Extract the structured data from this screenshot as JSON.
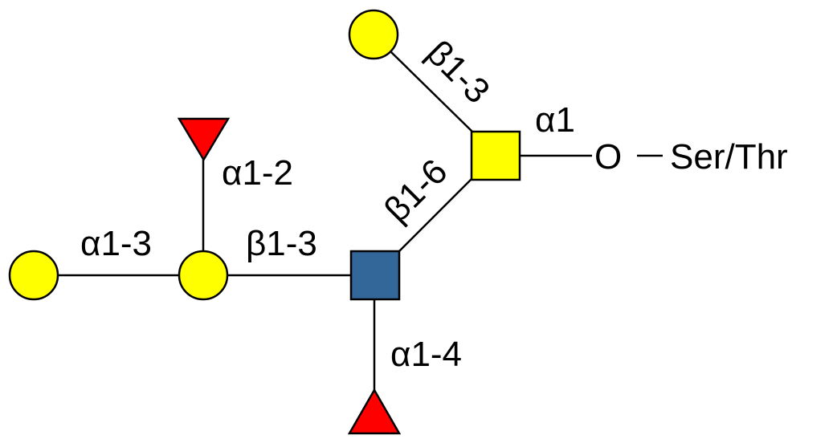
{
  "colors": {
    "galactose": "#FFFF00",
    "galnac": "#FFFF00",
    "glcnac": "#336699",
    "fucose": "#FF0000"
  },
  "linkages": {
    "gal_top": "β1-3",
    "galnac_root": "α1",
    "glcnac_to_galnac": "β1-6",
    "fuc_top": "α1-2",
    "gal_left": "α1-3",
    "gal_mid": "β1-3",
    "fuc_bottom": "α1-4"
  },
  "aglycone": {
    "oxygen": "O",
    "residue": "Ser/Thr"
  }
}
